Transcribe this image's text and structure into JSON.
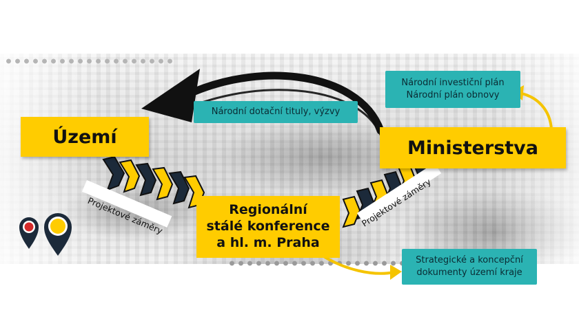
{
  "nodes": {
    "uzemi": "Území",
    "ministerstva": "Ministerstva",
    "regionalni": [
      "Regionální",
      "stálé konference",
      "a hl. m. Praha"
    ]
  },
  "notes": {
    "narodni_dotacni": "Národní dotační tituly, výzvy",
    "narodni_plany": [
      "Národní investiční plán",
      "Národní plán obnovy"
    ],
    "strategicke": [
      "Strategické a koncepční",
      "dokumenty území kraje"
    ]
  },
  "edges": {
    "projektove_zamery_left": "Projektové záměry",
    "projektove_zamery_right": "Projektové záměry"
  },
  "colors": {
    "yellow": "#ffcc00",
    "teal": "#2bb3b3",
    "dark": "#1c2a3a",
    "pin_red": "#d42a2a"
  }
}
